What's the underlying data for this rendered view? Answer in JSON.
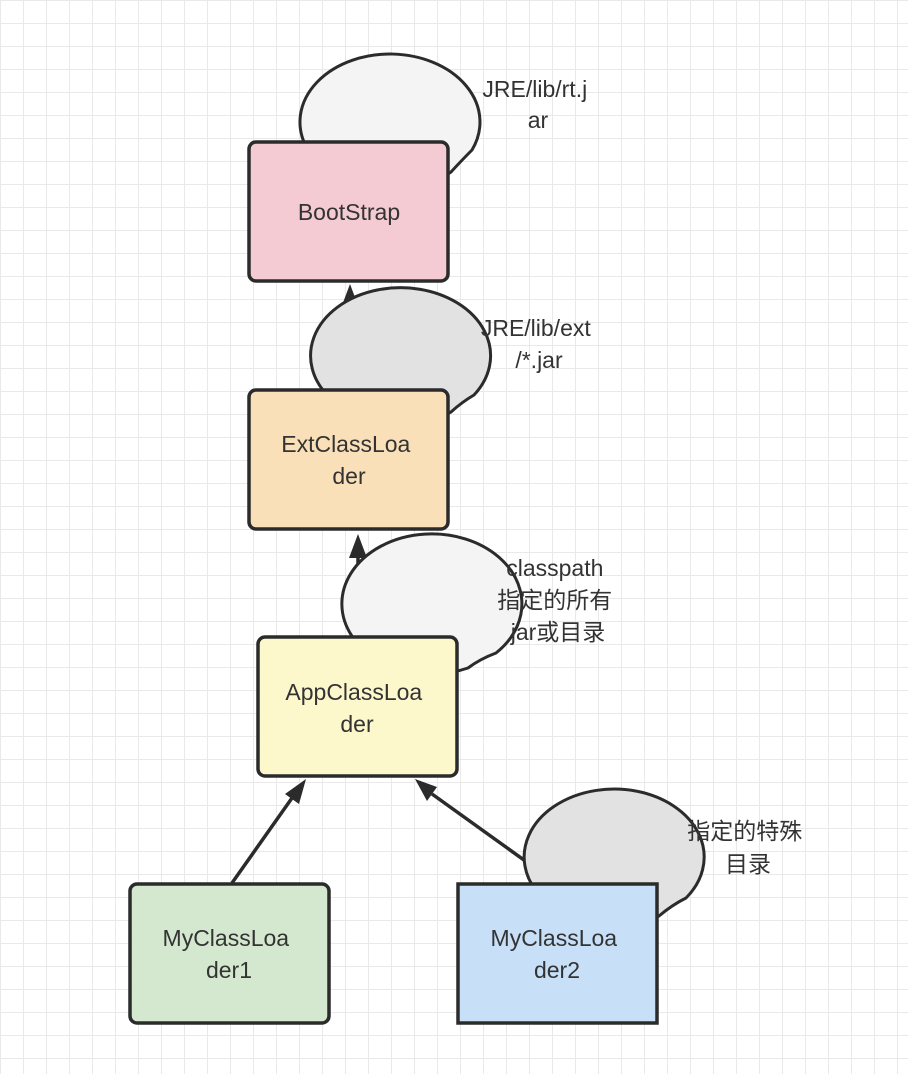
{
  "nodes": {
    "bootstrap": {
      "lines": [
        "BootStrap"
      ],
      "fill": "#f5cbd3"
    },
    "ext": {
      "lines": [
        "ExtClassLoa",
        "der"
      ],
      "fill": "#f9e0b8"
    },
    "app": {
      "lines": [
        "AppClassLoa",
        "der"
      ],
      "fill": "#fdf8cb"
    },
    "my1": {
      "lines": [
        "MyClassLoa",
        "der1"
      ],
      "fill": "#d4e8cf"
    },
    "my2": {
      "lines": [
        "MyClassLoa",
        "der2"
      ],
      "fill": "#c7dff7"
    }
  },
  "bubbles": {
    "bootstrap": {
      "lines": [
        "JRE/lib/rt.j",
        "ar"
      ],
      "fill": "#f4f4f4"
    },
    "ext": {
      "lines": [
        "JRE/lib/ext",
        "/*.jar"
      ],
      "fill": "#e2e2e2"
    },
    "app": {
      "lines": [
        "classpath",
        "指定的所有",
        "jar或目录"
      ],
      "fill": "#f4f4f4"
    },
    "my2": {
      "lines": [
        "指定的特殊",
        "目录"
      ],
      "fill": "#e2e2e2"
    }
  },
  "colors": {
    "stroke": "#2b2b2b",
    "text": "#333333",
    "grid": "#e9e9e9"
  }
}
